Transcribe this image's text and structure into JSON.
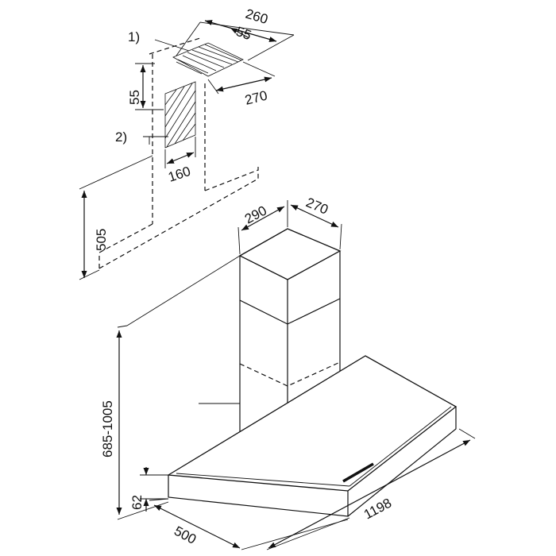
{
  "labels": {
    "ref1": "1)",
    "ref2": "2)",
    "d260": "260",
    "d55a": "55",
    "d55b": "55",
    "d270a": "270",
    "d160": "160",
    "d505": "505",
    "d290": "290",
    "d270b": "270",
    "d685": "685-1005",
    "d62": "62",
    "d1198": "1198",
    "d500": "500"
  }
}
